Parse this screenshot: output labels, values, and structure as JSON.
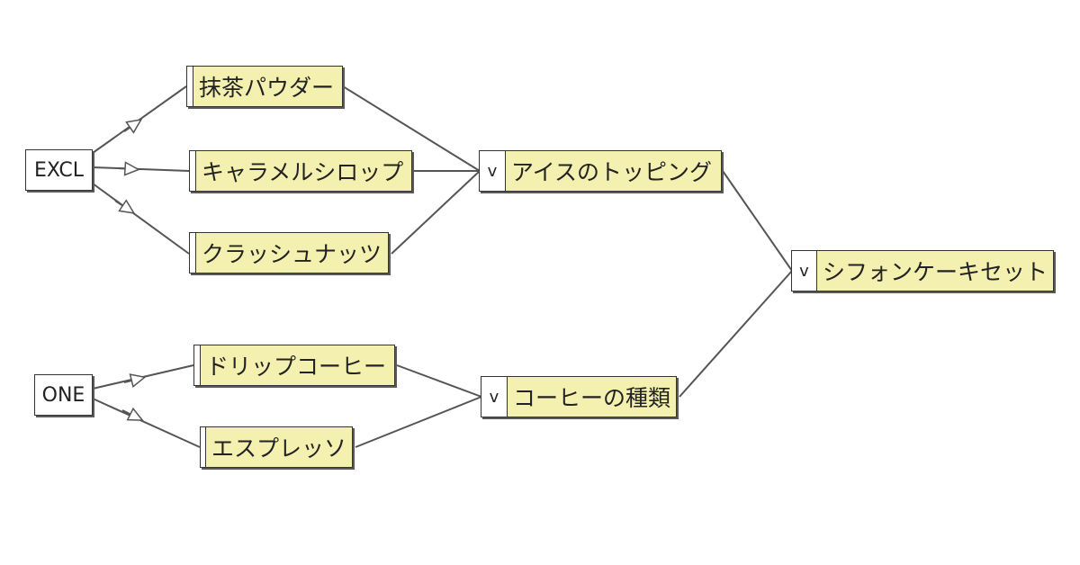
{
  "gates": {
    "excl": "EXCL",
    "one": "ONE"
  },
  "nodes": {
    "matcha": "抹茶パウダー",
    "caramel": "キャラメルシロップ",
    "nuts": "クラッシュナッツ",
    "drip": "ドリップコーヒー",
    "espresso": "エスプレッソ",
    "ice_topping": "アイスのトッピング",
    "coffee_type": "コーヒーの種類",
    "chiffon_set": "シフォンケーキセット"
  },
  "operator": "v",
  "colors": {
    "node_fill": "#f4f0b0",
    "line": "#555555"
  }
}
